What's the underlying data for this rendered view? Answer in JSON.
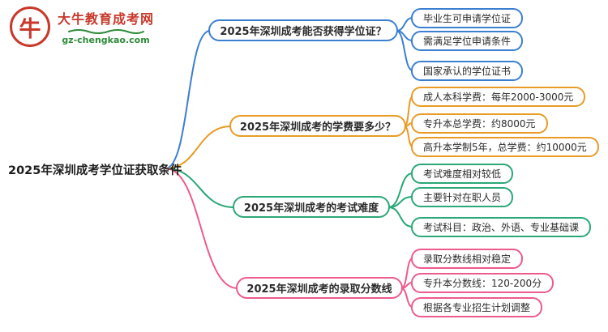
{
  "logo": {
    "glyph": "牛",
    "title": "大牛教育成考网",
    "url": "gz-chengkao.com",
    "brand_red": "#c8382b",
    "brand_green": "#2e8b3a"
  },
  "root": {
    "label": "2025年深圳成考学位证获取条件"
  },
  "branches": [
    {
      "label": "2025年深圳成考能否获得学位证？",
      "color": "#3b7fd1",
      "children": [
        "毕业生可申请学位证",
        "需满足学位申请条件",
        "国家承认的学位证书"
      ]
    },
    {
      "label": "2025年深圳成考的学费要多少？",
      "color": "#e99b26",
      "children": [
        "成人本科学费：每年2000-3000元",
        "专升本总学费：约8000元",
        "高升本学制5年，总学费：约10000元"
      ]
    },
    {
      "label": "2025年深圳成考的考试难度",
      "color": "#2aa876",
      "children": [
        "考试难度相对较低",
        "主要针对在职人员",
        "考试科目：政治、外语、专业基础课"
      ]
    },
    {
      "label": "2025年深圳成考的录取分数线",
      "color": "#ee5a8b",
      "children": [
        "录取分数线相对稳定",
        "专升本分数线：120-200分",
        "根据各专业招生计划调整"
      ]
    }
  ]
}
